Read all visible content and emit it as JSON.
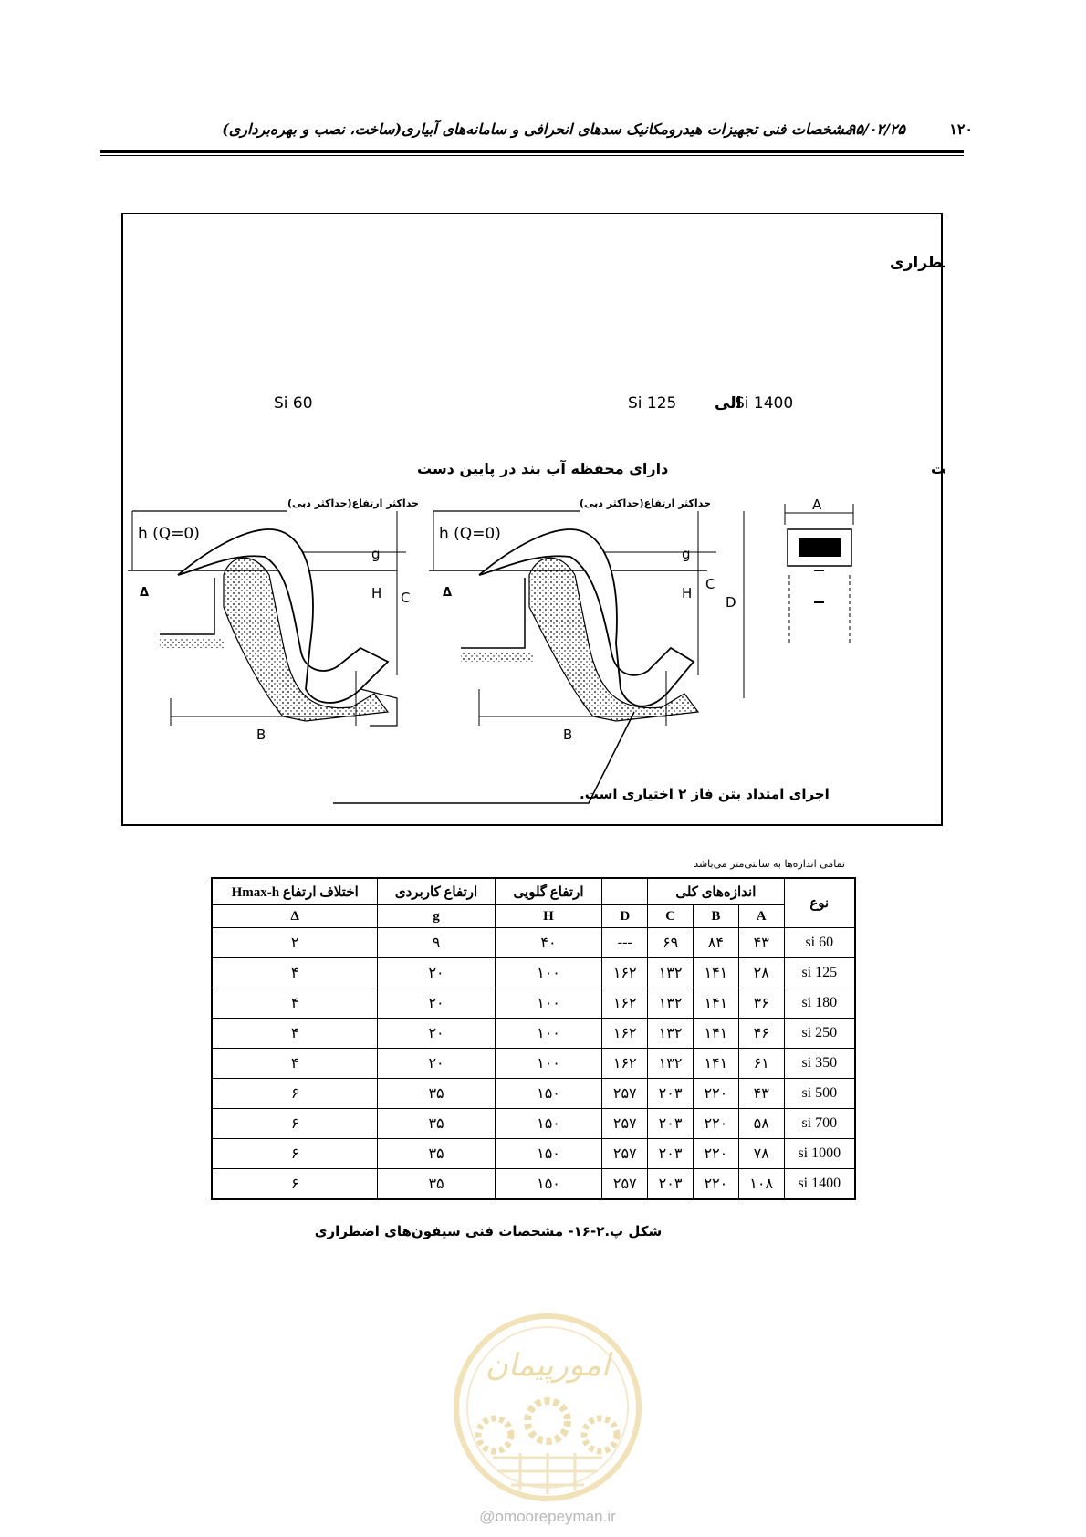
{
  "header": {
    "page_number": "۱۲۰",
    "date": "۹۵/۰۲/۲۵",
    "title": "مشخصات فنی تجهیزات هیدرومکانیک سدهای انحرافی و سامانه‌های آبیاری(ساخت، نصب و بهره‌برداری)"
  },
  "figure": {
    "title": "سیفون های اضطراری",
    "left_model": "Si 60",
    "right_model_from": "Si 125",
    "right_model_to_word": "الی",
    "right_model_to": "Si 1400",
    "left_subtitle": "دارای محفظه آب بند در پایین دست",
    "side_view_caption": "نما در خلاف جهت",
    "max_level_label": "حداکثر ارتفاع(حداکثر دبی)",
    "h_label": "h (Q=0)",
    "delta_label": "Δ",
    "dim_g": "g",
    "dim_H": "H",
    "dim_C": "C",
    "dim_D": "D",
    "dim_B": "B",
    "dim_A": "A",
    "optional_note": "اجرای امتداد بتن فاز ۲ اختیاری است."
  },
  "units_note": "تمامی اندازه‌ها به سانتی‌متر می‌باشد",
  "table": {
    "headers": {
      "type": "نوع",
      "overall": "اندازه‌های کلی",
      "A": "A",
      "B": "B",
      "C": "C",
      "D": "D",
      "throat": "ارتفاع گلویی",
      "H": "H",
      "working": "ارتفاع کاربردی",
      "g": "g",
      "diff": "اختلاف ارتفاع Hmax-h",
      "delta": "Δ"
    },
    "rows": [
      {
        "type": "si 60",
        "A": "۴۳",
        "B": "۸۴",
        "C": "۶۹",
        "D": "---",
        "H": "۴۰",
        "g": "۹",
        "delta": "۲"
      },
      {
        "type": "si 125",
        "A": "۲۸",
        "B": "۱۴۱",
        "C": "۱۳۲",
        "D": "۱۶۲",
        "H": "۱۰۰",
        "g": "۲۰",
        "delta": "۴"
      },
      {
        "type": "si 180",
        "A": "۳۶",
        "B": "۱۴۱",
        "C": "۱۳۲",
        "D": "۱۶۲",
        "H": "۱۰۰",
        "g": "۲۰",
        "delta": "۴"
      },
      {
        "type": "si 250",
        "A": "۴۶",
        "B": "۱۴۱",
        "C": "۱۳۲",
        "D": "۱۶۲",
        "H": "۱۰۰",
        "g": "۲۰",
        "delta": "۴"
      },
      {
        "type": "si 350",
        "A": "۶۱",
        "B": "۱۴۱",
        "C": "۱۳۲",
        "D": "۱۶۲",
        "H": "۱۰۰",
        "g": "۲۰",
        "delta": "۴"
      },
      {
        "type": "si 500",
        "A": "۴۳",
        "B": "۲۲۰",
        "C": "۲۰۳",
        "D": "۲۵۷",
        "H": "۱۵۰",
        "g": "۳۵",
        "delta": "۶"
      },
      {
        "type": "si 700",
        "A": "۵۸",
        "B": "۲۲۰",
        "C": "۲۰۳",
        "D": "۲۵۷",
        "H": "۱۵۰",
        "g": "۳۵",
        "delta": "۶"
      },
      {
        "type": "si 1000",
        "A": "۷۸",
        "B": "۲۲۰",
        "C": "۲۰۳",
        "D": "۲۵۷",
        "H": "۱۵۰",
        "g": "۳۵",
        "delta": "۶"
      },
      {
        "type": "si 1400",
        "A": "۱۰۸",
        "B": "۲۲۰",
        "C": "۲۰۳",
        "D": "۲۵۷",
        "H": "۱۵۰",
        "g": "۳۵",
        "delta": "۶"
      }
    ]
  },
  "caption": "شکل پ.۲-۱۶- مشخصات فنی سیفون‌های اضطراری",
  "watermark": {
    "logo_text": "امورپیمان",
    "site": "@omoorepeyman.ir"
  }
}
